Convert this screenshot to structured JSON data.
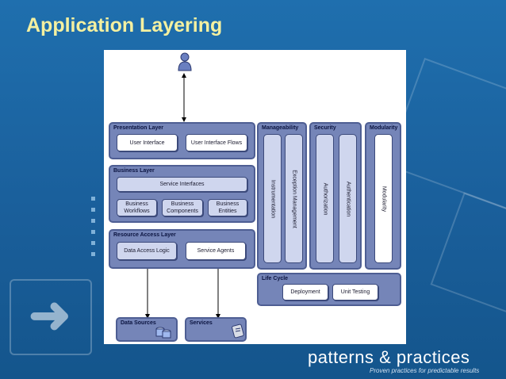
{
  "title": "Application Layering",
  "layers": {
    "presentation": {
      "label": "Presentation Layer",
      "components": [
        "User Interface",
        "User Interface Flows"
      ]
    },
    "business": {
      "label": "Business Layer",
      "service_interfaces": "Service Interfaces",
      "components": [
        "Business Workflows",
        "Business Components",
        "Business Entities"
      ]
    },
    "resource_access": {
      "label": "Resource Access Layer",
      "components": [
        "Data Access Logic",
        "Service Agents"
      ]
    },
    "data_sources": {
      "label": "Data Sources"
    },
    "services": {
      "label": "Services"
    }
  },
  "crosscutting": {
    "manageability": {
      "label": "Manageability",
      "items": [
        "Instrumentation",
        "Exception Management"
      ]
    },
    "security": {
      "label": "Security",
      "items": [
        "Authorization",
        "Authentication"
      ]
    },
    "modularity": {
      "label": "Modularity",
      "items": [
        "Modularity"
      ]
    },
    "life_cycle": {
      "label": "Life Cycle",
      "items": [
        "Deployment",
        "Unit Testing"
      ]
    }
  },
  "footer": {
    "brand": "patterns & practices",
    "tagline": "Proven practices for predictable results"
  },
  "icons": [
    "user-icon",
    "database-icon",
    "services-icon"
  ],
  "colors": {
    "title": "#f4f0a0",
    "background": "#1a5f9b",
    "layer": "#7585b8"
  }
}
